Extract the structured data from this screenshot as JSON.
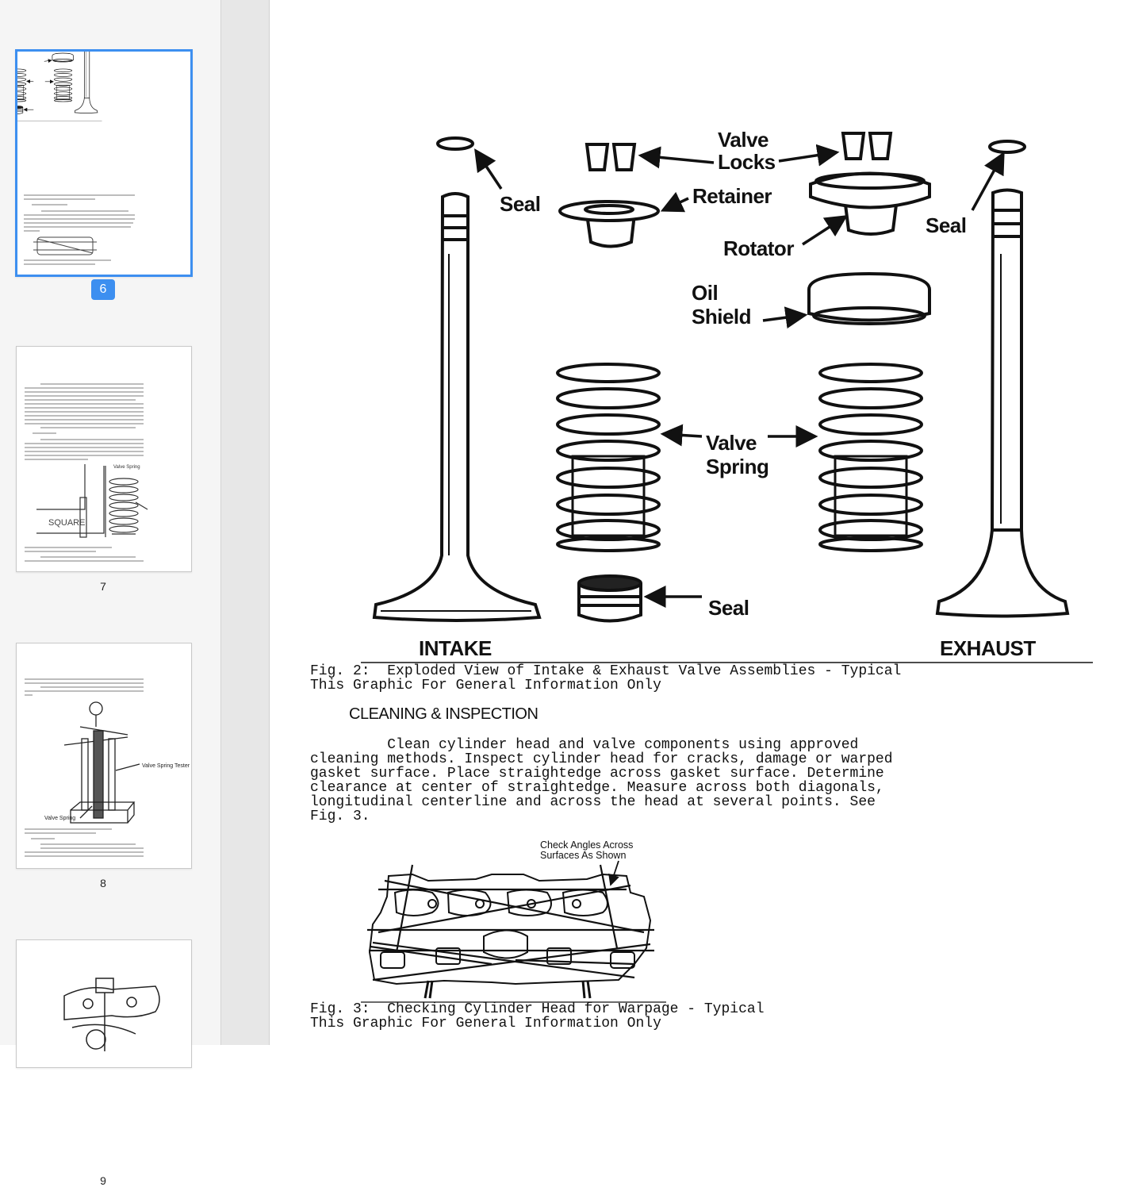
{
  "sidebar": {
    "thumbnails": [
      {
        "page": "6",
        "selected": true
      },
      {
        "page": "7",
        "selected": false,
        "labels": {
          "square": "SQUARE",
          "valve_spring": "Valve Spring"
        }
      },
      {
        "page": "8",
        "selected": false,
        "labels": {
          "tester": "Valve Spring Tester",
          "valve_spring": "Valve Spring"
        }
      },
      {
        "page": "9",
        "selected": false
      }
    ]
  },
  "figure2": {
    "labels": {
      "valve": "Valve",
      "locks": "Locks",
      "seal_left": "Seal",
      "retainer": "Retainer",
      "rotator": "Rotator",
      "seal_right": "Seal",
      "oil": "Oil",
      "shield": "Shield",
      "spring_valve": "Valve",
      "spring": "Spring",
      "seal_bottom": "Seal",
      "intake": "INTAKE",
      "exhaust": "EXHAUST"
    },
    "caption_line1": "Fig. 2:  Exploded View of Intake & Exhaust Valve Assemblies - Typical",
    "caption_line2": "This Graphic For General Information Only"
  },
  "section": {
    "heading": "CLEANING & INSPECTION",
    "paragraph": [
      "         Clean cylinder head and valve components using approved",
      "cleaning methods. Inspect cylinder head for cracks, damage or warped",
      "gasket surface. Place straightedge across gasket surface. Determine",
      "clearance at center of straightedge. Measure across both diagonals,",
      "longitudinal centerline and across the head at several points. See",
      "Fig. 3."
    ]
  },
  "figure3": {
    "callout_line1": "Check Angles Across",
    "callout_line2": "Surfaces As Shown",
    "caption_line1": "Fig. 3:  Checking Cylinder Head for Warpage - Typical",
    "caption_line2": "This Graphic For General Information Only"
  }
}
